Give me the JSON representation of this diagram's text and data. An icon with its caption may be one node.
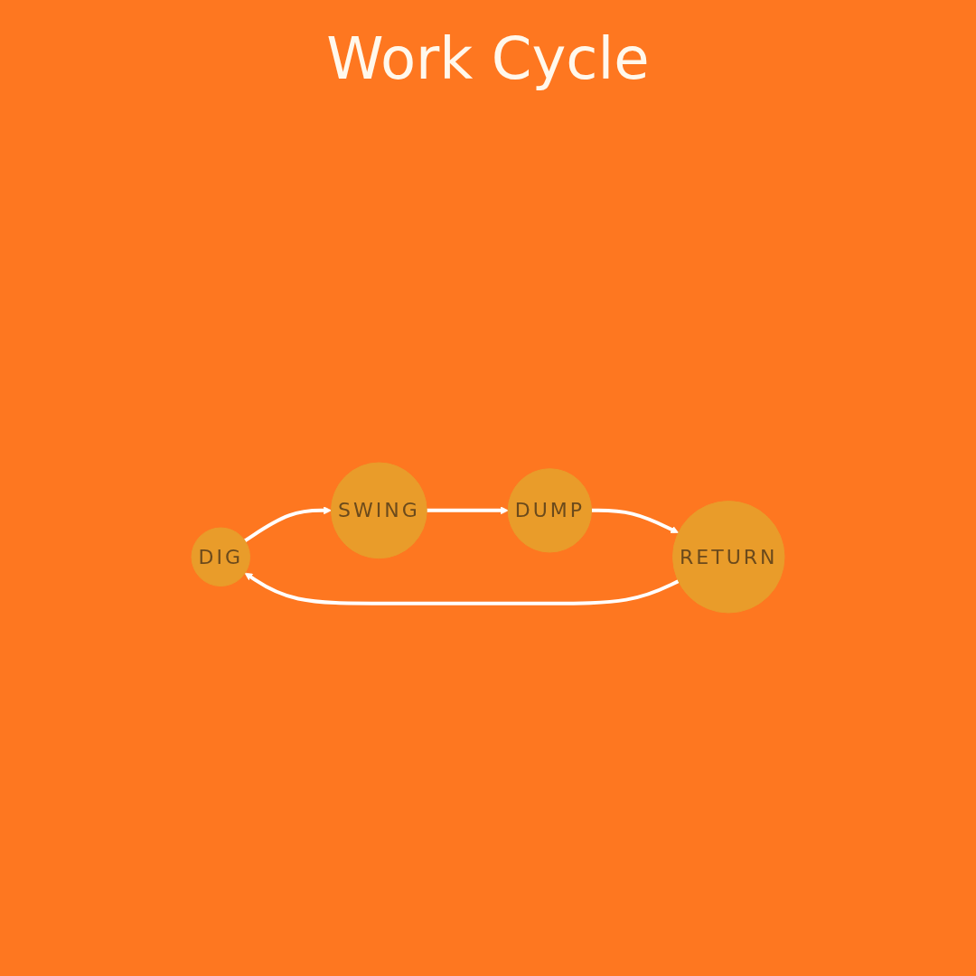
{
  "diagram": {
    "title": "Work Cycle",
    "nodes": [
      {
        "text": [
          "DIG"
        ]
      },
      {
        "text": [
          "SWING"
        ]
      },
      {
        "text": [
          "DUMP"
        ]
      },
      {
        "text": [
          "RETURN"
        ]
      }
    ],
    "edges": [
      {
        "from": 0,
        "to": 1,
        "arrow": "to"
      },
      {
        "from": 1,
        "to": 2,
        "arrow": "to"
      },
      {
        "from": 2,
        "to": 3,
        "arrow": "to"
      },
      {
        "from": 3,
        "to": 0,
        "arrow": "to"
      }
    ]
  }
}
